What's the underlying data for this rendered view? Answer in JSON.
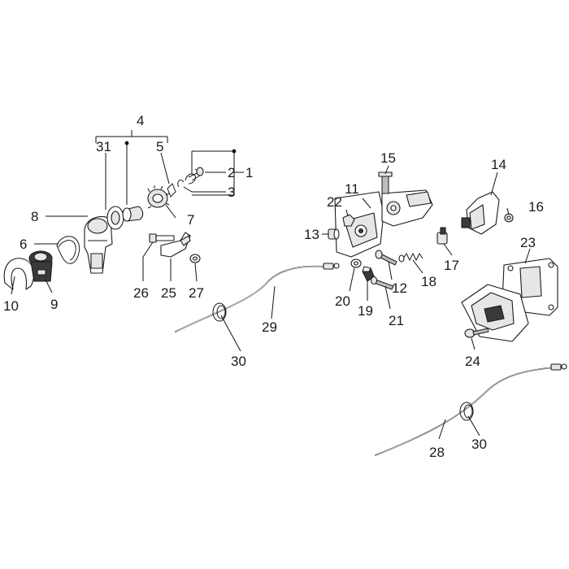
{
  "callouts": {
    "c1": "1",
    "c2": "2",
    "c3": "3",
    "c4": "4",
    "c5": "5",
    "c6": "6",
    "c7": "7",
    "c8": "8",
    "c9": "9",
    "c10": "10",
    "c11": "11",
    "c12": "12",
    "c13": "13",
    "c14": "14",
    "c15": "15",
    "c16": "16",
    "c17": "17",
    "c18": "18",
    "c19": "19",
    "c20": "20",
    "c21": "21",
    "c22": "22",
    "c23": "23",
    "c24": "24",
    "c25": "25",
    "c26": "26",
    "c27": "27",
    "c28": "28",
    "c29": "29",
    "c30a": "30",
    "c30b": "30",
    "c31": "31"
  }
}
